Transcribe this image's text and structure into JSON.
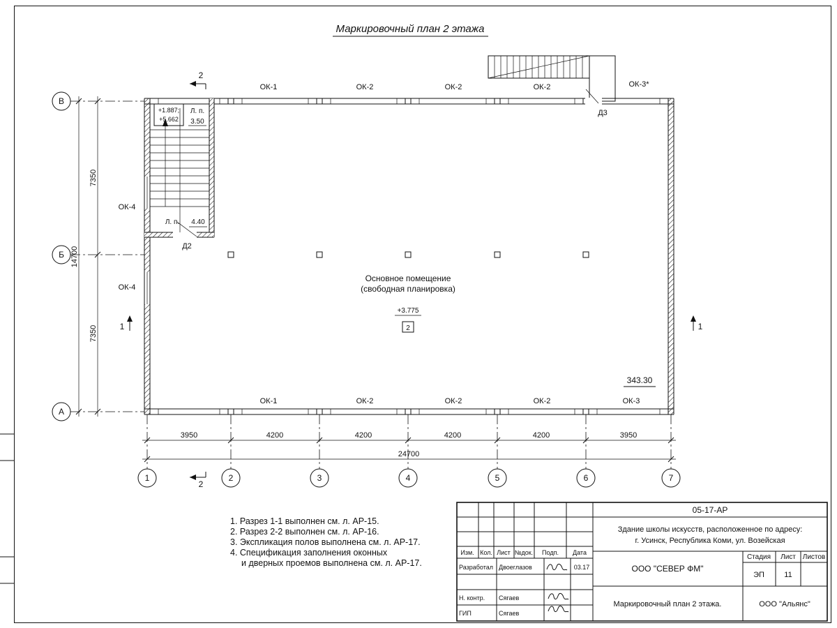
{
  "title": "Маркировочный план 2 этажа",
  "plan": {
    "axes_rows": [
      "В",
      "Б",
      "А"
    ],
    "axes_cols": [
      "1",
      "2",
      "3",
      "4",
      "5",
      "6",
      "7"
    ],
    "top_windows": [
      "ОК-1",
      "ОК-2",
      "ОК-2",
      "ОК-2",
      "ОК-3*"
    ],
    "bottom_windows": [
      "ОК-1",
      "ОК-2",
      "ОК-2",
      "ОК-2",
      "ОК-3"
    ],
    "left_windows": [
      "ОК-4",
      "ОК-4"
    ],
    "door_d2": "Д2",
    "door_d3": "Д3",
    "stair_top_label": "Л. п.",
    "stair_top_value": "3.50",
    "stair_levels_line1": "+1.887;",
    "stair_levels_line2": "+5.662",
    "stair_bottom_label": "Л. п.",
    "stair_bottom_value": "4.40",
    "room_line1": "Основное помещение",
    "room_line2": "(свободная планировка)",
    "room_level": "+3.775",
    "room_number": "2",
    "area_value": "343.30",
    "dims_left": [
      "7350",
      "7350"
    ],
    "dim_left_total": "14700",
    "dims_bottom": [
      "3950",
      "4200",
      "4200",
      "4200",
      "4200",
      "3950"
    ],
    "dim_bottom_total": "24700",
    "section_1": "1",
    "section_2": "2"
  },
  "notes": {
    "lines": [
      "1. Разрез 1-1 выполнен см. л. АР-15.",
      "2. Разрез 2-2 выполнен см. л. АР-16.",
      "3. Экспликация полов выполнена см. л. АР-17.",
      "4. Спецификация заполнения оконных",
      "и дверных проемов выполнена см. л. АР-17."
    ]
  },
  "title_block": {
    "code": "05-17-АР",
    "project_line1": "Здание школы искусств, расположенное по адресу:",
    "project_line2": "г. Усинск, Республика Коми, ул. Возейская",
    "headers": [
      "Изм.",
      "Кол.",
      "Лист",
      "№док.",
      "Подп.",
      "Дата"
    ],
    "row_developer_role": "Разработал",
    "row_developer_name": "Двоеглазов",
    "row_developer_date": "03.17",
    "row_ncontr_role": "Н. контр.",
    "row_ncontr_name": "Сягаев",
    "row_gip_role": "ГИП",
    "row_gip_name": "Сягаев",
    "company": "ООО \"СЕВЕР ФМ\"",
    "stage_label": "Стадия",
    "sheet_label": "Лист",
    "sheets_label": "Листов",
    "stage_value": "ЭП",
    "sheet_value": "11",
    "drawing_name": "Маркировочный план 2 этажа.",
    "contractor": "ООО \"Альянс\""
  }
}
